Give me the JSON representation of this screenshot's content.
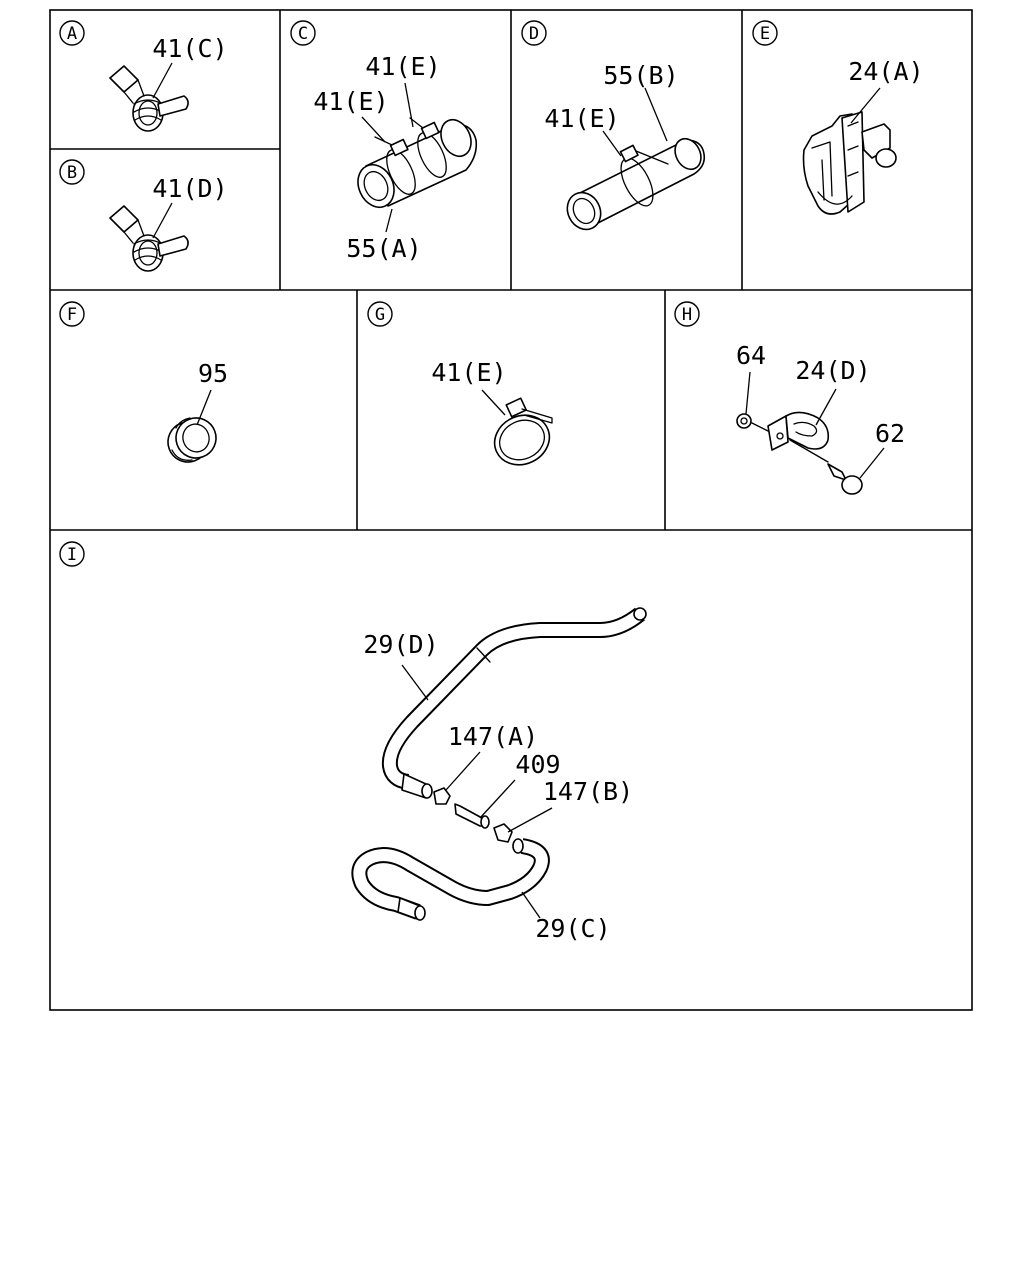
{
  "panels": [
    {
      "id": "A",
      "labels": [
        "41(C)"
      ]
    },
    {
      "id": "B",
      "labels": [
        "41(D)"
      ]
    },
    {
      "id": "C",
      "labels": [
        "41(E)",
        "41(E)",
        "55(A)"
      ]
    },
    {
      "id": "D",
      "labels": [
        "55(B)",
        "41(E)"
      ]
    },
    {
      "id": "E",
      "labels": [
        "24(A)"
      ]
    },
    {
      "id": "F",
      "labels": [
        "95"
      ]
    },
    {
      "id": "G",
      "labels": [
        "41(E)"
      ]
    },
    {
      "id": "H",
      "labels": [
        "64",
        "24(D)",
        "62"
      ]
    },
    {
      "id": "I",
      "labels": [
        "29(D)",
        "147(A)",
        "409",
        "147(B)",
        "29(C)"
      ]
    }
  ]
}
